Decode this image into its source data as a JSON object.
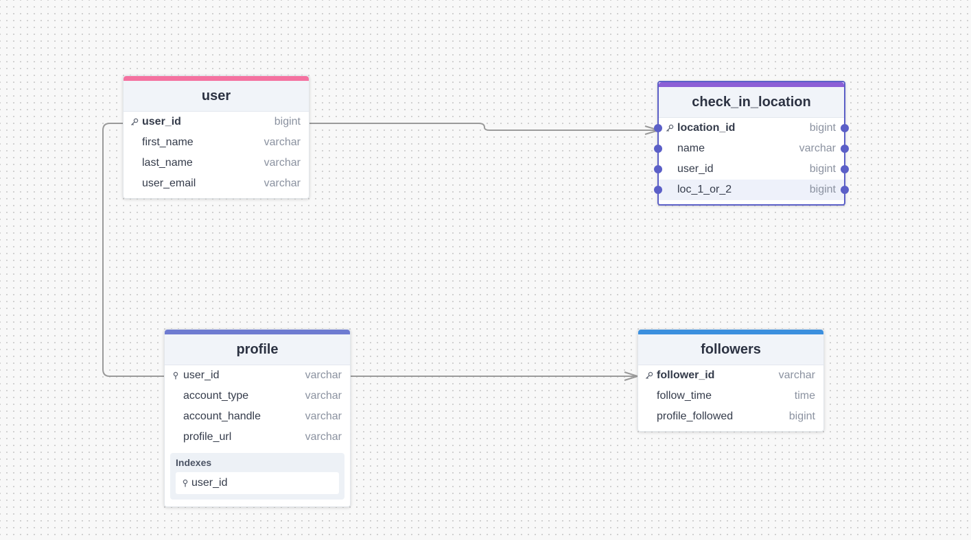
{
  "colors": {
    "user": "#f472a0",
    "check_in_location": "#8c5fd6",
    "profile": "#6e7bd1",
    "followers": "#3b8fde",
    "handle": "#5b5fc7",
    "edge": "#9a9a9a"
  },
  "tables": {
    "user": {
      "name": "user",
      "columns": [
        {
          "name": "user_id",
          "type": "bigint",
          "icon": "key-icon"
        },
        {
          "name": "first_name",
          "type": "varchar"
        },
        {
          "name": "last_name",
          "type": "varchar"
        },
        {
          "name": "user_email",
          "type": "varchar"
        }
      ]
    },
    "check_in_location": {
      "name": "check_in_location",
      "columns": [
        {
          "name": "location_id",
          "type": "bigint",
          "icon": "key-icon"
        },
        {
          "name": "name",
          "type": "varchar"
        },
        {
          "name": "user_id",
          "type": "bigint"
        },
        {
          "name": "loc_1_or_2",
          "type": "bigint"
        }
      ]
    },
    "profile": {
      "name": "profile",
      "columns": [
        {
          "name": "user_id",
          "type": "varchar",
          "icon": "index-pin-icon"
        },
        {
          "name": "account_type",
          "type": "varchar"
        },
        {
          "name": "account_handle",
          "type": "varchar"
        },
        {
          "name": "profile_url",
          "type": "varchar"
        }
      ],
      "indexes_title": "Indexes",
      "indexes": [
        {
          "name": "user_id",
          "icon": "index-pin-icon"
        }
      ]
    },
    "followers": {
      "name": "followers",
      "columns": [
        {
          "name": "follower_id",
          "type": "varchar",
          "icon": "key-icon"
        },
        {
          "name": "follow_time",
          "type": "time"
        },
        {
          "name": "profile_followed",
          "type": "bigint"
        }
      ]
    }
  },
  "relationships": [
    {
      "from": "user.user_id",
      "to": "check_in_location.location_id",
      "to_cardinality": "many"
    },
    {
      "from": "user.user_id",
      "to": "profile.user_id",
      "to_cardinality": "one"
    },
    {
      "from": "profile.user_id",
      "to": "followers.follower_id",
      "to_cardinality": "many"
    }
  ]
}
